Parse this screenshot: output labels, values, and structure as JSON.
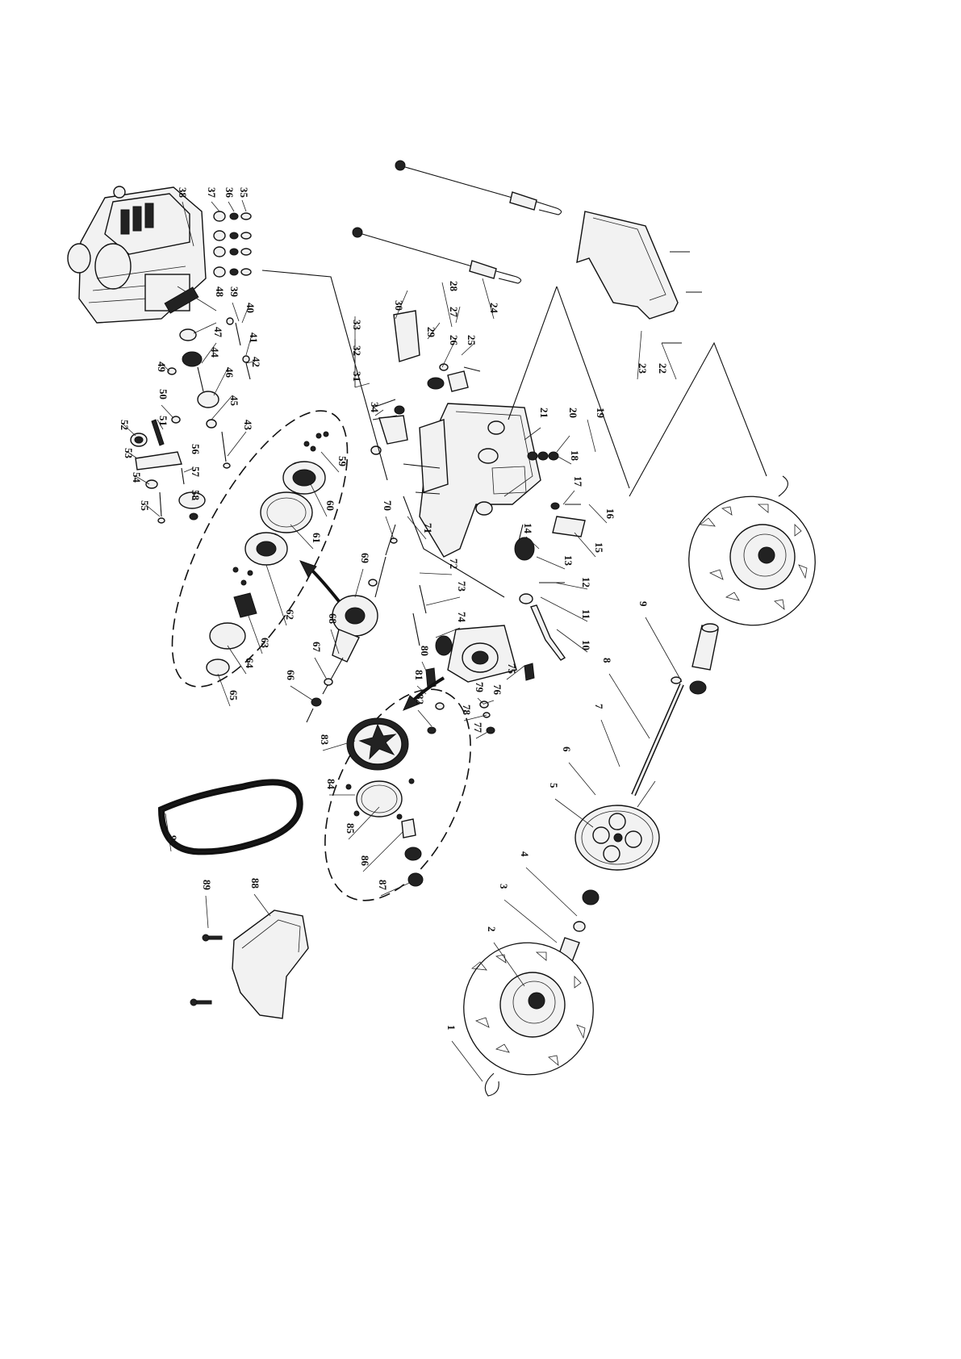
{
  "diagram": {
    "part_numbers": [
      "1",
      "2",
      "3",
      "4",
      "5",
      "6",
      "7",
      "8",
      "9",
      "10",
      "11",
      "12",
      "13",
      "14",
      "15",
      "16",
      "17",
      "18",
      "19",
      "20",
      "21",
      "22",
      "23",
      "24",
      "25",
      "26",
      "27",
      "28",
      "29",
      "30",
      "31",
      "32",
      "33",
      "34",
      "35",
      "36",
      "37",
      "38",
      "39",
      "40",
      "41",
      "42",
      "43",
      "44",
      "45",
      "46",
      "47",
      "48",
      "49",
      "50",
      "51",
      "52",
      "53",
      "54",
      "55",
      "56",
      "57",
      "58",
      "59",
      "60",
      "61",
      "62",
      "63",
      "64",
      "65",
      "66",
      "67",
      "68",
      "69",
      "70",
      "71",
      "72",
      "73",
      "74",
      "75",
      "76",
      "77",
      "78",
      "79",
      "80",
      "81",
      "82",
      "83",
      "84",
      "85",
      "86",
      "87",
      "88",
      "89",
      "90"
    ]
  }
}
